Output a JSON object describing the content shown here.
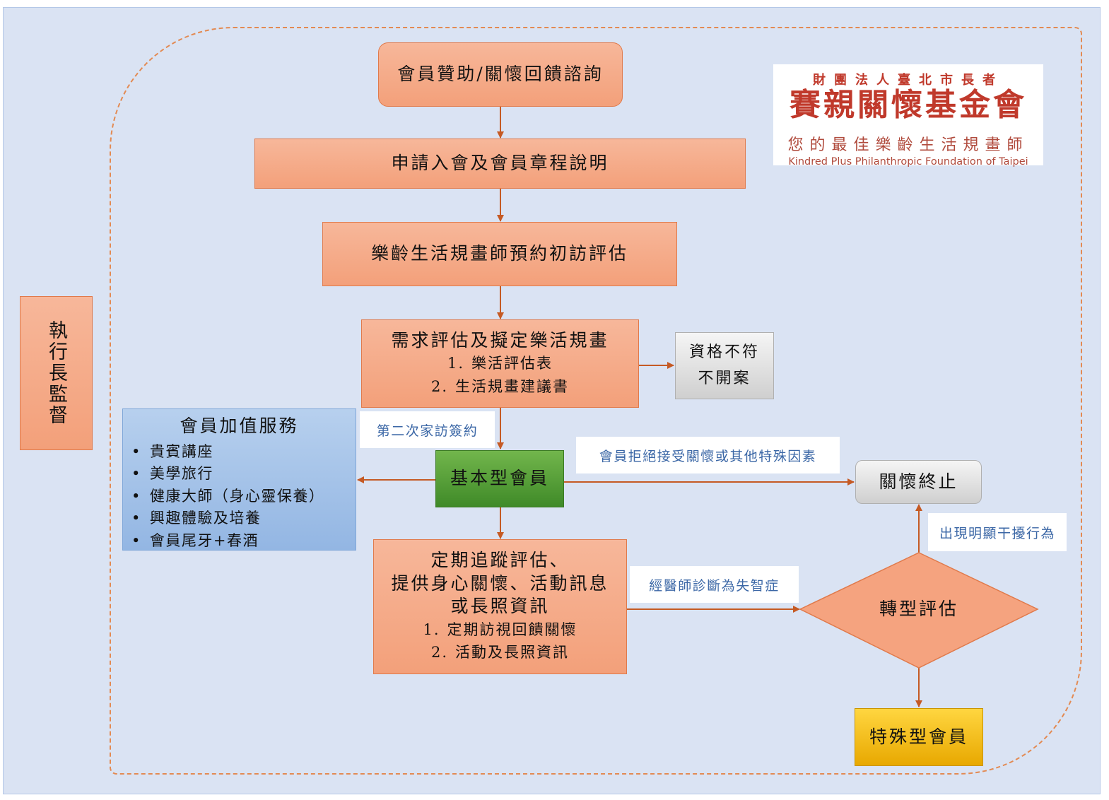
{
  "logo": {
    "line1": "財團法人臺北市長者",
    "line2": "賽親關懷基金會",
    "line3": "您的最佳樂齡生活規畫師",
    "line4": "Kindred Plus Philanthropic Foundation of Taipei"
  },
  "supervision": "執行長監督",
  "steps": {
    "inquiry": "會員贊助/關懷回饋諮詢",
    "apply": "申請入會及會員章程說明",
    "visit": "樂齡生活規畫師預約初訪評估",
    "assess": {
      "title": "需求評估及擬定樂活規畫",
      "items": [
        {
          "num": "1.",
          "text": "樂活評估表"
        },
        {
          "num": "2.",
          "text": "生活規畫建議書"
        }
      ]
    },
    "ineligible": {
      "line1": "資格不符",
      "line2": "不開案"
    },
    "basic_member": "基本型會員",
    "followup": {
      "line1": "定期追蹤評估、",
      "line2": "提供身心關懷、活動訊息",
      "line3": "或長照資訊",
      "items": [
        {
          "num": "1.",
          "text": "定期訪視回饋關懷"
        },
        {
          "num": "2.",
          "text": "活動及長照資訊"
        }
      ]
    },
    "care_end": "關懷終止",
    "transform": "轉型評估",
    "special_member": "特殊型會員"
  },
  "value_services": {
    "title": "會員加值服務",
    "items": [
      "貴賓講座",
      "美學旅行",
      "健康大師（身心靈保養）",
      "興趣體驗及培養",
      "會員尾牙+春酒"
    ]
  },
  "labels": {
    "second_visit": "第二次家訪簽約",
    "refuse": "會員拒絕接受關懷或其他特殊因素",
    "disturb": "出現明顯干擾行為",
    "dementia": "經醫師診斷為失智症"
  },
  "colors": {
    "step_fill": "#f4a582",
    "step_border": "#e07a4b",
    "arrow": "#c55a24",
    "label_text": "#3b67a6",
    "basic_member_fill": "#4e9a33",
    "special_member_fill": "#ffc000",
    "value_services_fill": "#9dbde8",
    "logo_red": "#c0392b"
  }
}
